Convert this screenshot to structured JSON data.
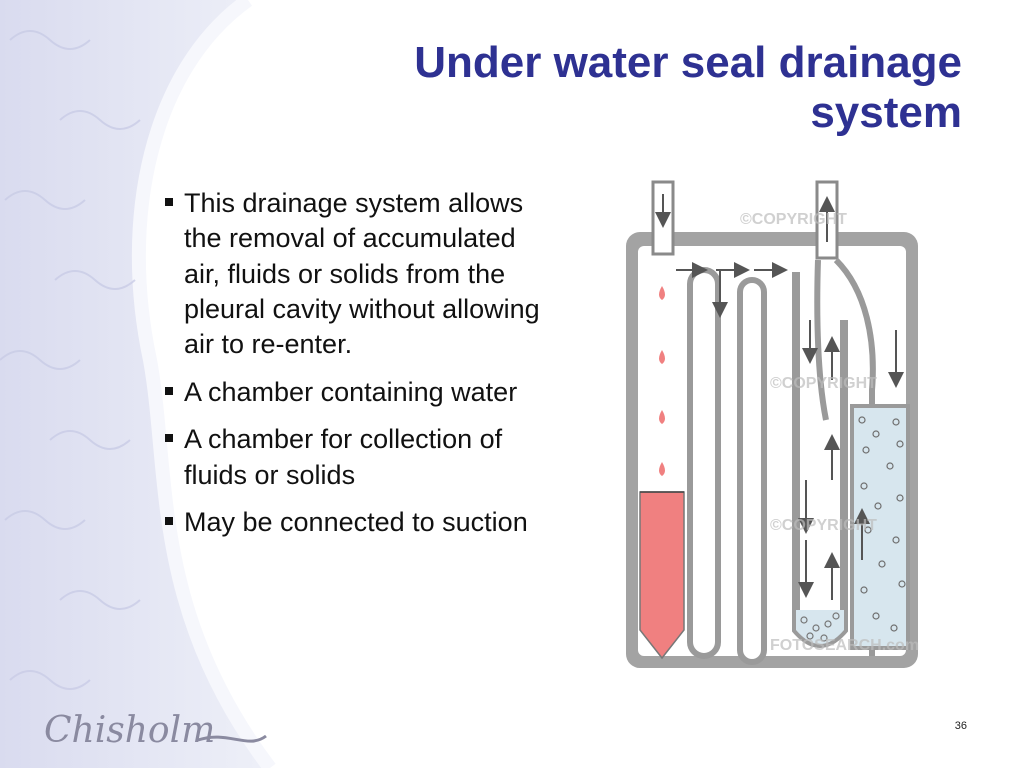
{
  "slide": {
    "title_lines": [
      "Under water seal drainage",
      "system"
    ],
    "bullets": [
      "This drainage system allows the removal of accumulated air, fluids or solids from the pleural cavity without allowing air to re-enter.",
      "A chamber containing water",
      "A chamber for collection of fluids or solids",
      "May be connected to suction"
    ],
    "page_number": "36"
  },
  "logo": {
    "text": "Chisholm"
  },
  "diagram": {
    "watermark_text": "©COPYRIGHT",
    "watermark_footer": "FOTOSEARCH.com"
  },
  "colors": {
    "title": "#2e3192",
    "fluid": "#f08080",
    "chamber_wall": "#9b9b9b",
    "water": "#d7e6ee",
    "background_wash": "#e3e4f3"
  }
}
